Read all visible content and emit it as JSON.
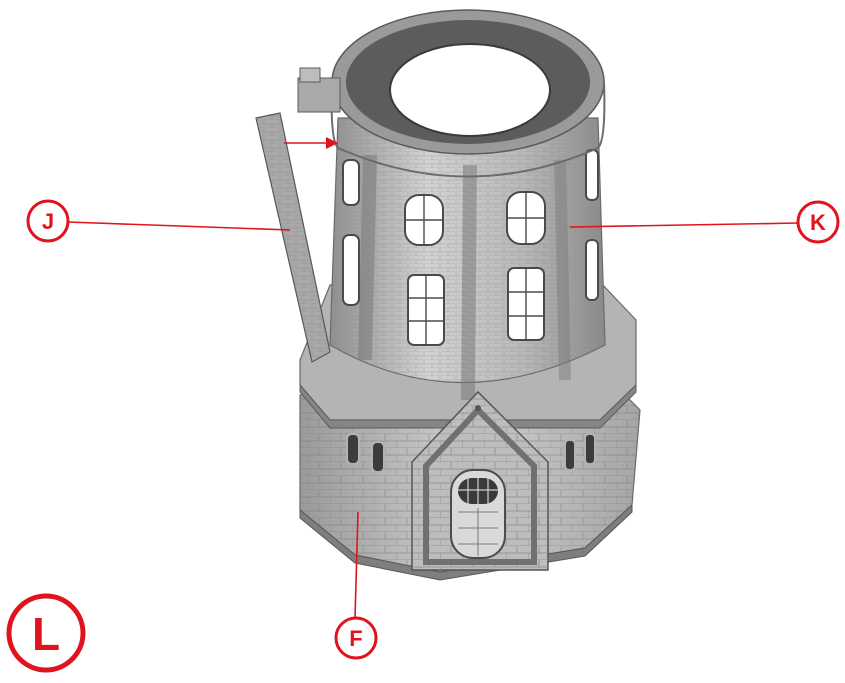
{
  "callouts": {
    "J": {
      "letter": "J"
    },
    "K": {
      "letter": "K"
    },
    "F": {
      "letter": "F"
    },
    "L": {
      "letter": "L"
    }
  },
  "colors": {
    "accent_red": "#e0141e",
    "model_light": "#c9c9c9",
    "model_mid": "#9e9e9e",
    "model_dark": "#5a5a5a",
    "background": "#ffffff"
  },
  "illustration": {
    "subject_icon": "windmill-tower-model-icon"
  }
}
